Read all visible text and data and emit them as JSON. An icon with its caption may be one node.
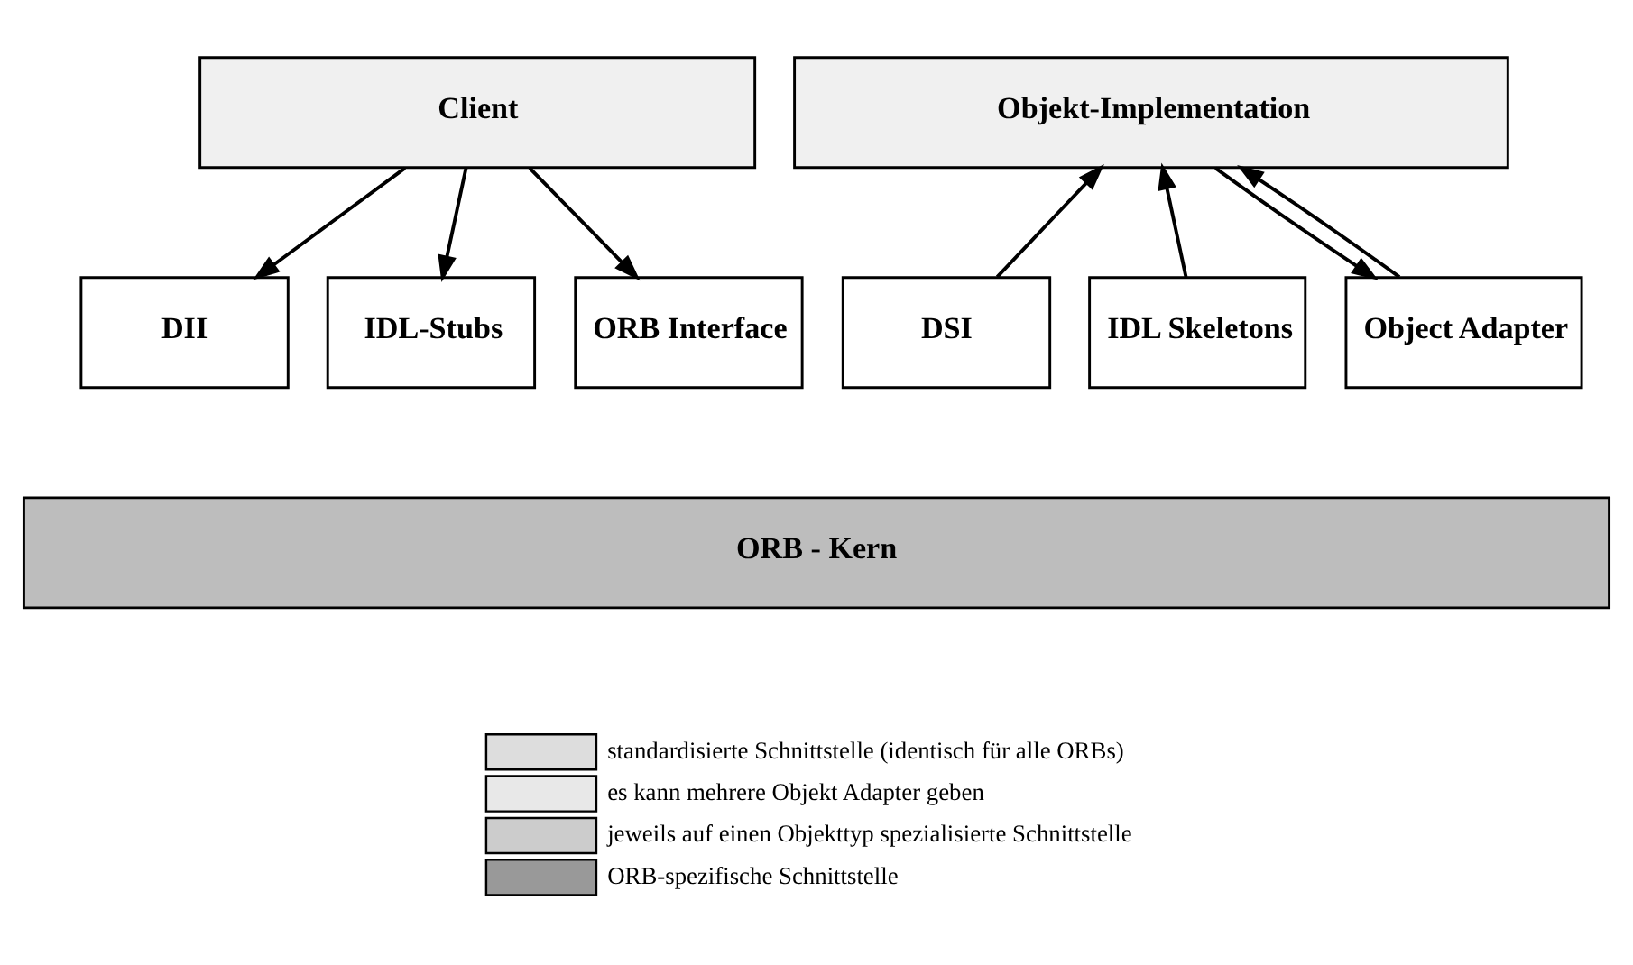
{
  "diagram": {
    "nodes": [
      {
        "text": [
          "Client"
        ]
      },
      {
        "text": [
          "Objekt-Implementation"
        ]
      },
      {
        "text": [
          "DII"
        ]
      },
      {
        "text": [
          "IDL-Stubs"
        ]
      },
      {
        "text": [
          "ORB Interface"
        ]
      },
      {
        "text": [
          "DSI"
        ]
      },
      {
        "text": [
          "IDL Skeletons"
        ]
      },
      {
        "text": [
          "Object Adapter"
        ]
      },
      {
        "text": [
          "ORB - Kern"
        ]
      }
    ],
    "edges": [
      {
        "from": 0,
        "to": 2,
        "arrow": "to"
      },
      {
        "from": 0,
        "to": 3,
        "arrow": "to"
      },
      {
        "from": 0,
        "to": 4,
        "arrow": "to"
      },
      {
        "from": 5,
        "to": 1,
        "arrow": "to"
      },
      {
        "from": 6,
        "to": 1,
        "arrow": "to"
      },
      {
        "from": 1,
        "to": 7,
        "arrow": "to"
      },
      {
        "from": 7,
        "to": 1,
        "arrow": "to"
      }
    ],
    "legend": [
      {
        "text": "standardisierte Schnittstelle (identisch für alle ORBs)"
      },
      {
        "text": "es kann mehrere Objekt Adapter geben"
      },
      {
        "text": "jeweils auf einen Objekttyp spezialisierte Schnittstelle"
      },
      {
        "text": "ORB-spezifische Schnittstelle"
      }
    ]
  }
}
